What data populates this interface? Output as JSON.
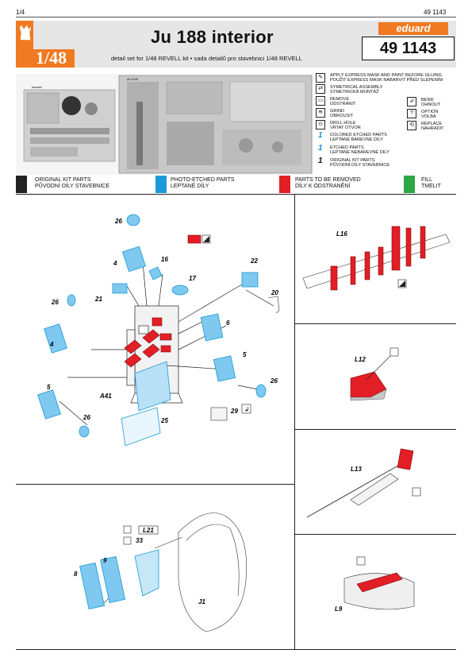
{
  "header": {
    "page": "1/4",
    "code_top": "49 1143",
    "title": "Ju 188 interior",
    "scale": "1/48",
    "subtitle": "detail set for 1/48 REVELL kit • sada detailů pro stavebnici 1/48 REVELL",
    "brand": "eduard",
    "code_box": "49 1143"
  },
  "legend": {
    "items": [
      {
        "icon": "mask-paint-icon",
        "text": "APPLY EXPRESS MASK AND PAINT BEFORE GLUING\nPOUŽIT EXPRESS MASK NABARVIT PŘED SLEPENÍM"
      },
      {
        "icon": "symmetrical-icon",
        "text": "SYMETRICAL ASSEMBLY\nSYMETRICKÁ MONTÁŽ"
      },
      {
        "icon": "remove-icon",
        "text": "REMOVE\nODSTRANIT"
      },
      {
        "icon": "grind-icon",
        "text": "GRIND\nOBROUSIT"
      },
      {
        "icon": "drill-icon",
        "text": "DRILL HOLE\nVRTAT OTVOR"
      },
      {
        "icon": "colored-etched-icon",
        "text": "COLORED ETCHED PARTS\nLEPTANÉ BAREVNÉ DÍLY",
        "num": "1"
      },
      {
        "icon": "etched-icon",
        "text": "ETCHED PARTS\nLEPTANÉ NEBAREVNÉ DÍLY",
        "num": "1"
      },
      {
        "icon": "kit-parts-icon",
        "text": "ORIGINAL KIT PARTS\nPŮVODNÍ DÍLY STAVEBNICE",
        "num": "1"
      }
    ],
    "right_items": [
      {
        "icon": "bend-icon",
        "text": "BEND\nOHNOUT"
      },
      {
        "icon": "option-icon",
        "text": "OPTION\nVOLBA"
      },
      {
        "icon": "replace-icon",
        "text": "REPLACE\nNAHRADIT"
      }
    ]
  },
  "color_bar": [
    {
      "label": "ORIGINAL KIT PARTS\nPŮVODNÍ DÍLY STAVEBNICE",
      "color": "#222222"
    },
    {
      "label": "PHOTO-ETCHED PARTS\nLEPTANÉ DÍLY",
      "color": "#1a9bd7"
    },
    {
      "label": "PARTS TO BE REMOVED\nDÍLY K ODSTRANĚNÍ",
      "color": "#e31e24"
    },
    {
      "label": "FILL\nTMELIT",
      "color": "#2aa845"
    }
  ],
  "main_labels": {
    "n26a": "26",
    "n4a": "4",
    "n16": "16",
    "n17": "17",
    "n22": "22",
    "n20": "20",
    "n21": "21",
    "n26b": "26",
    "n4b": "4",
    "n6": "6",
    "n5a": "5",
    "n26c": "26",
    "n5b": "5",
    "a41": "A41",
    "n26d": "26",
    "n25": "25",
    "n29": "29"
  },
  "lower_labels": {
    "l21": "L21",
    "n33": "33",
    "n9": "9",
    "n8": "8",
    "j1": "J1"
  },
  "right_labels": {
    "l16": "L16",
    "l12": "L12",
    "l13": "L13",
    "l9": "L9"
  },
  "fret_labels": {
    "small": "eduard",
    "code": "49 1143"
  },
  "colors": {
    "accent": "#f07a21",
    "etched": "#1a9bd7",
    "remove": "#e31e24",
    "fill": "#2aa845"
  }
}
